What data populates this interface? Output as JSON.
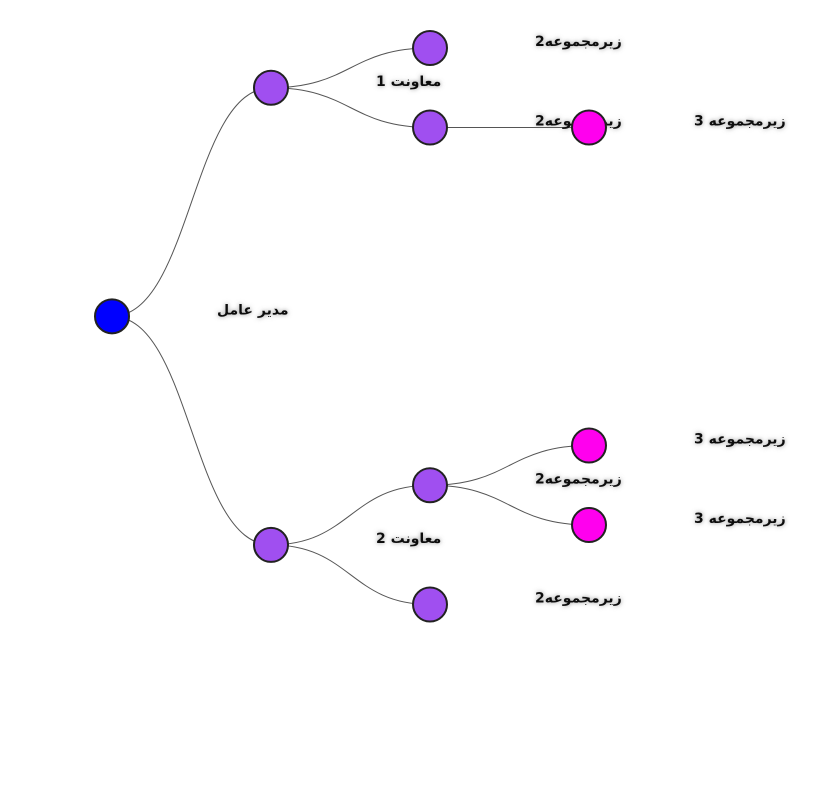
{
  "colors": {
    "root": "#0000ff",
    "level1": "#a04ff0",
    "level2": "#a04ff0",
    "level3": "#ff00ee"
  },
  "tree": {
    "label": "مدیر عامل",
    "level": "root",
    "children": [
      {
        "label": "معاونت 1",
        "level": "level1",
        "children": [
          {
            "label": "زیرمجموعه2",
            "level": "level2",
            "children": []
          },
          {
            "label": "زیرمجموعه2",
            "level": "level2",
            "children": [
              {
                "label": "زیرمجموعه 3",
                "level": "level3",
                "children": []
              }
            ]
          }
        ]
      },
      {
        "label": "معاونت 2",
        "level": "level1",
        "children": [
          {
            "label": "زیرمجموعه2",
            "level": "level2",
            "children": [
              {
                "label": "زیرمجموعه 3",
                "level": "level3",
                "children": []
              },
              {
                "label": "زیرمجموعه 3",
                "level": "level3",
                "children": []
              }
            ]
          },
          {
            "label": "زیرمجموعه2",
            "level": "level2",
            "children": []
          }
        ]
      }
    ]
  }
}
